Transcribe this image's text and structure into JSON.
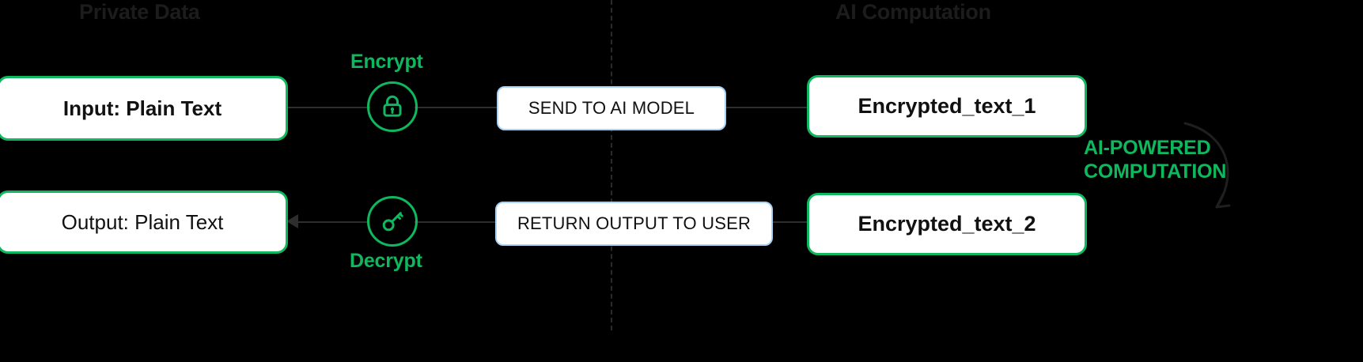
{
  "diagram": {
    "title_hidden": "",
    "background_color": "#000000",
    "accent_green": "#0fb85e",
    "blue_border": "#a9d2f4",
    "line_color": "#2e2e2e",
    "header_color": "#1c1c1c"
  },
  "headers": {
    "left": "Private Data",
    "right": "AI Computation"
  },
  "boxes": {
    "input": "Input: Plain Text",
    "output": "Output: Plain Text",
    "send": "SEND TO AI MODEL",
    "return": "RETURN OUTPUT TO USER",
    "encrypted_1": "Encrypted_text_1",
    "encrypted_2": "Encrypted_text_2"
  },
  "steps": {
    "encrypt_label": "Encrypt",
    "decrypt_label": "Decrypt",
    "encrypt_icon": "lock-icon",
    "decrypt_icon": "key-icon"
  },
  "annotation": {
    "ai_computation_line1": "AI-POWERED",
    "ai_computation_line2": "COMPUTATION"
  }
}
